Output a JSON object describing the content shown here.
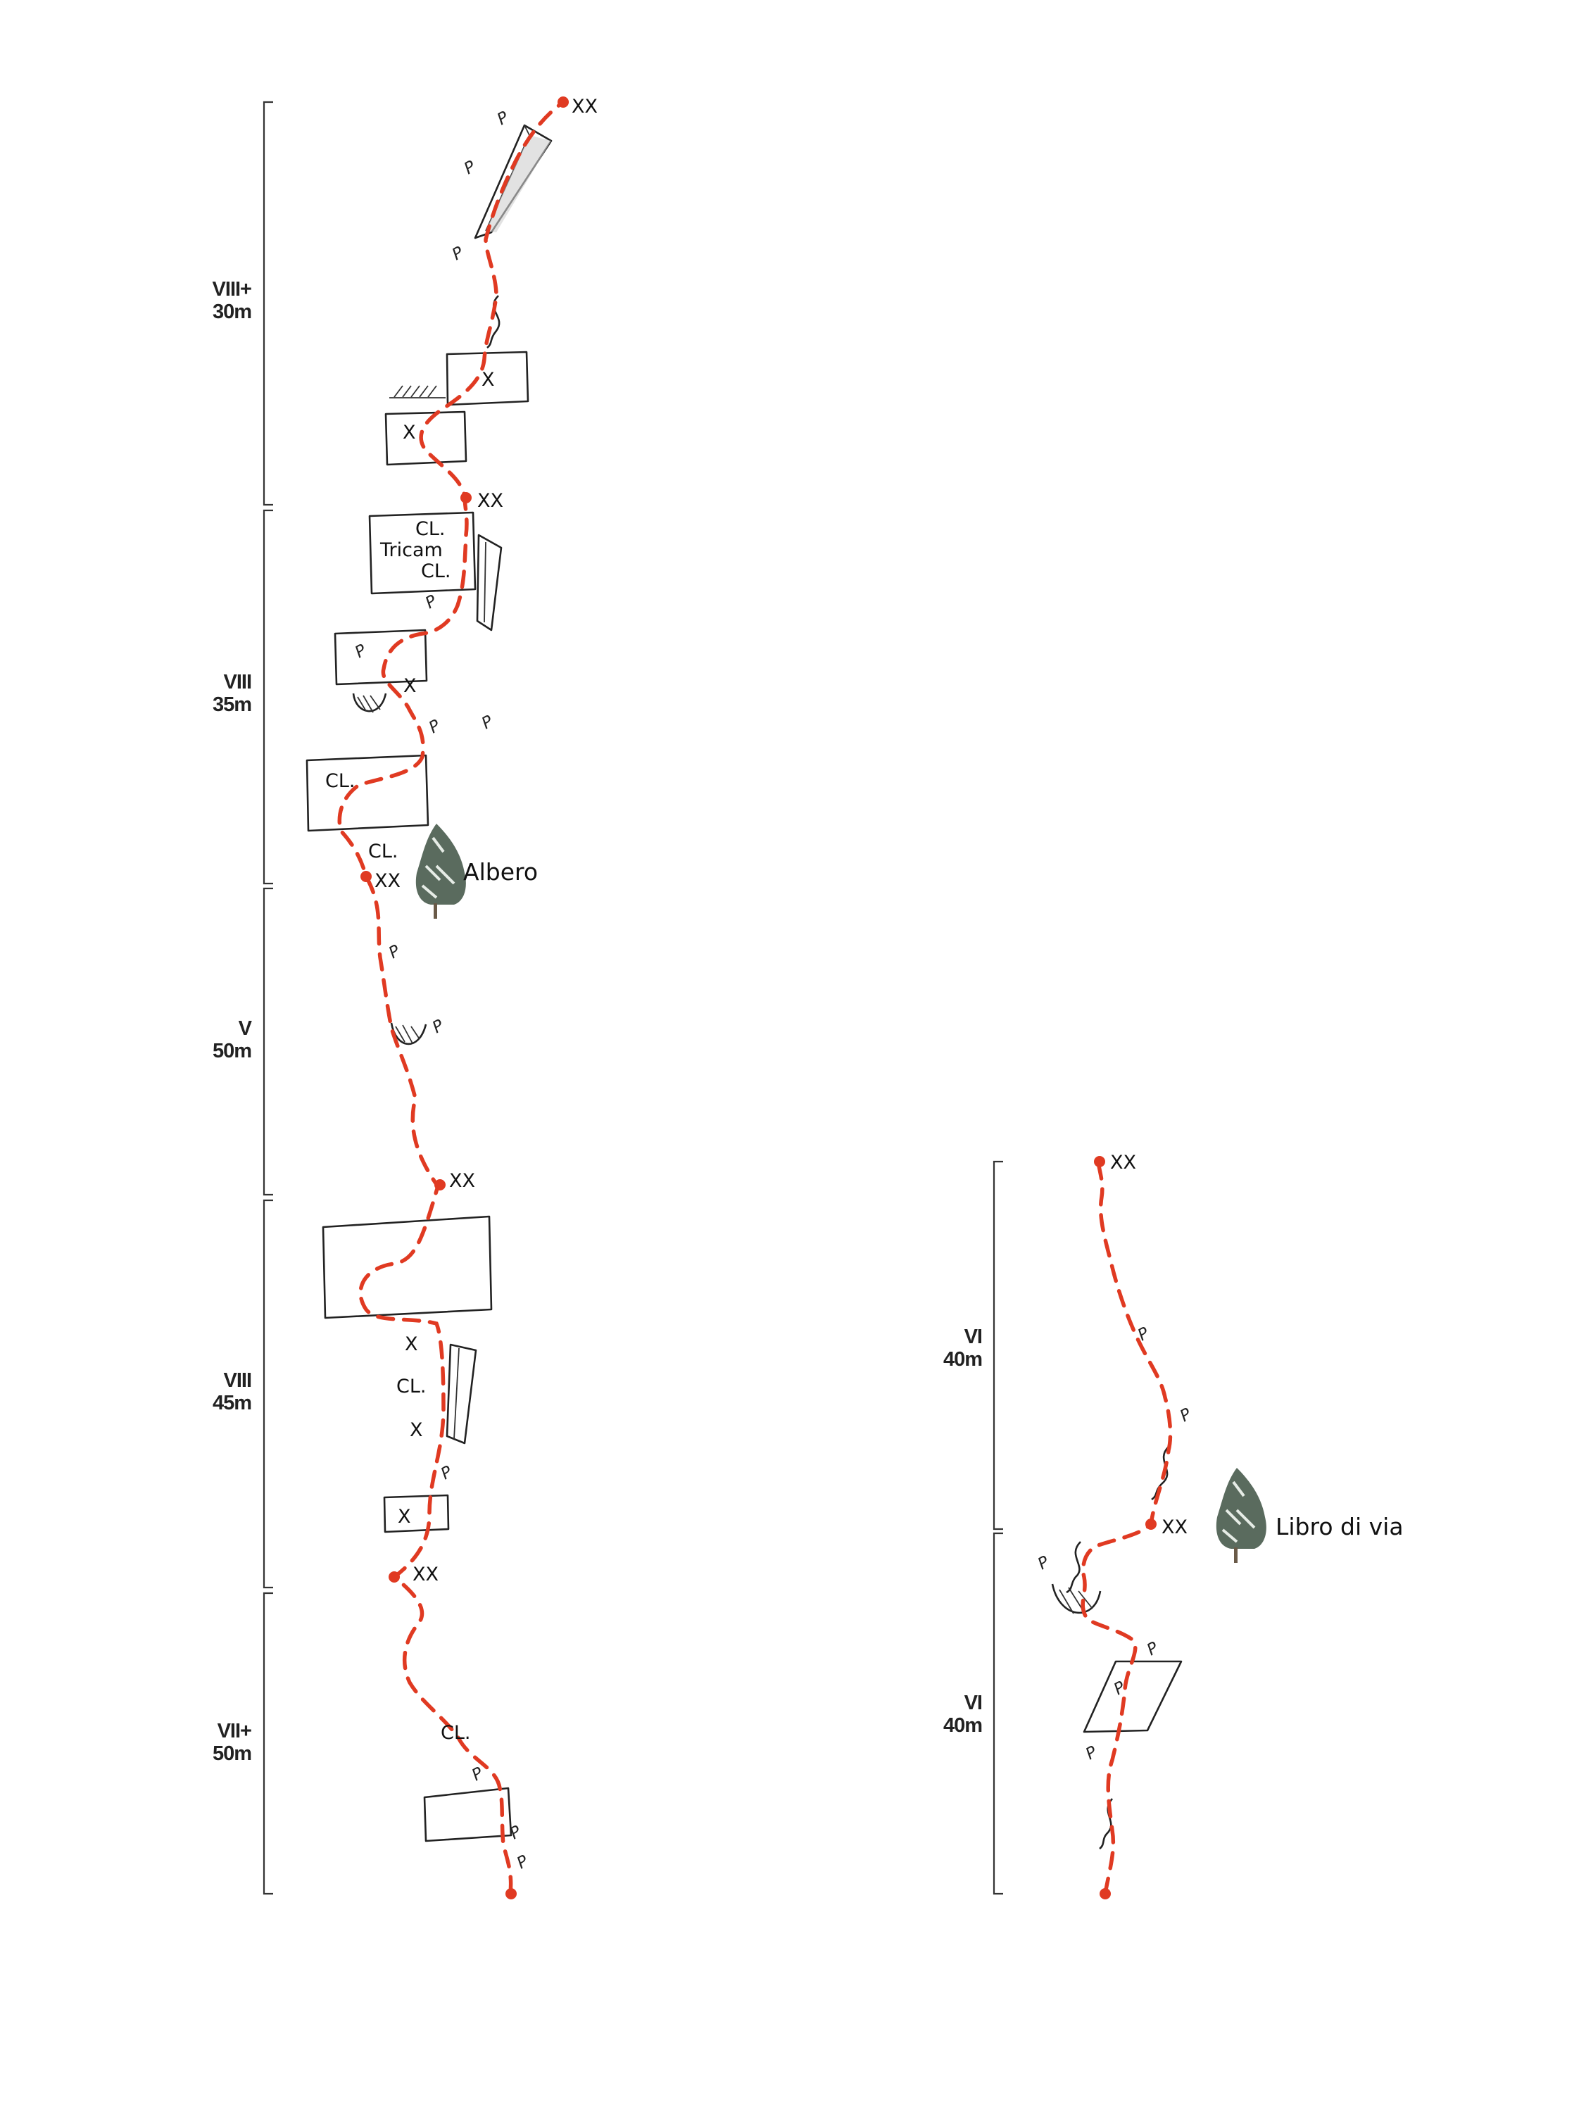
{
  "left_route": {
    "pitches": [
      {
        "grade": "VIII+",
        "length": "30m"
      },
      {
        "grade": "VIII",
        "length": "35m"
      },
      {
        "grade": "V",
        "length": "50m"
      },
      {
        "grade": "VIII",
        "length": "45m"
      },
      {
        "grade": "VII+",
        "length": "50m"
      }
    ],
    "belay_label": "XX",
    "clip_label": "CL.",
    "tricam_label": "Tricam",
    "x_label": "X",
    "tree_label": "Albero"
  },
  "right_route": {
    "pitches": [
      {
        "grade": "VI",
        "length": "40m"
      },
      {
        "grade": "VI",
        "length": "40m"
      }
    ],
    "belay_label": "XX",
    "tree_label": "Libro di via"
  },
  "colors": {
    "rope": "#e03a22",
    "ink": "#222222",
    "tree": "#5a6b5e"
  },
  "icons": [
    "piton-icon",
    "tree-icon",
    "corner-icon",
    "niche-icon",
    "crack-icon"
  ]
}
